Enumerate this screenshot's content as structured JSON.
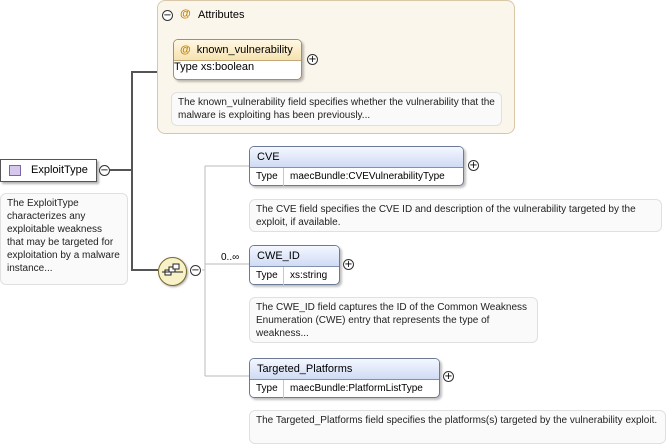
{
  "root": {
    "name": "ExploitType",
    "doc": "The ExploitType characterizes any exploitable weakness that may be targeted for exploitation by a malware instance..."
  },
  "attributes": {
    "title": "Attributes",
    "items": [
      {
        "name": "known_vulnerability",
        "type_label": "Type",
        "type": "xs:boolean",
        "doc": "The known_vulnerability field specifies whether the vulnerability that the malware is exploiting has been previously..."
      }
    ]
  },
  "sequence": {
    "cardinality": "0..∞",
    "elements": [
      {
        "name": "CVE",
        "type_label": "Type",
        "type": "maecBundle:CVEVulnerabilityType",
        "doc": "The CVE field specifies the CVE ID and description of the vulnerability targeted by the exploit, if available."
      },
      {
        "name": "CWE_ID",
        "type_label": "Type",
        "type": "xs:string",
        "doc": "The CWE_ID field captures the ID of the Common Weakness Enumeration (CWE) entry that represents the type of weakness..."
      },
      {
        "name": "Targeted_Platforms",
        "type_label": "Type",
        "type": "maecBundle:PlatformListType",
        "doc": "The Targeted_Platforms field specifies the platforms(s) targeted by the vulnerability exploit."
      }
    ]
  },
  "icons": {
    "collapse": "−",
    "expand": "+",
    "attribute_marker": "@"
  },
  "colors": {
    "element_header": "#cfdbf4",
    "attribute_header": "#f6e2b0",
    "attribute_group_bg": "#fbf6ec",
    "sequence_bg": "#f8f2c8",
    "root_swatch": "#d6c8ec"
  }
}
